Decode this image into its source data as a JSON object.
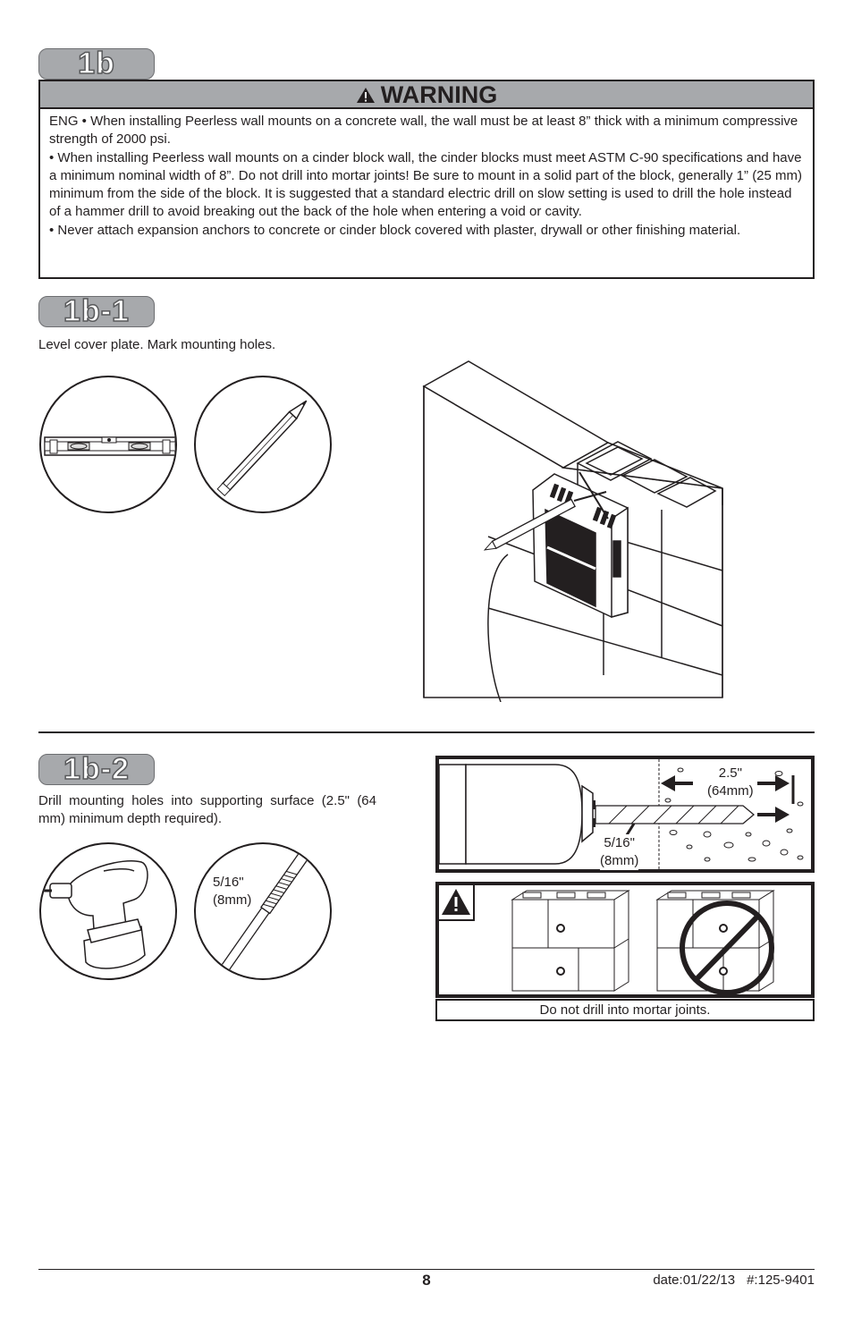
{
  "sections": {
    "s1b": "1b",
    "s1b1": "1b-1",
    "s1b2": "1b-2"
  },
  "warning": {
    "title": "WARNING",
    "paragraphs": [
      "ENG • When installing Peerless wall mounts on a concrete wall, the wall must be at least 8” thick with a minimum compressive strength of 2000 psi.",
      "• When installing Peerless wall mounts on a cinder block wall, the cinder blocks must meet ASTM C-90 specifications and have a minimum nominal width of 8”. Do not drill into mortar joints! Be sure to mount in a solid part of the block, generally 1” (25 mm) minimum from the side of the block. It is suggested that a standard electric drill on slow setting is used to drill the hole instead of a hammer drill to avoid breaking out the back of the hole when entering a void or cavity.",
      "• Never attach expansion anchors to concrete or cinder block covered with plaster, drywall or other finishing material."
    ]
  },
  "step1": {
    "instruction": "Level cover plate.  Mark mounting holes."
  },
  "step2": {
    "instruction": "Drill mounting holes into supporting surface (2.5\" (64 mm) minimum depth required).",
    "bit_size_line1": "5/16\"",
    "bit_size_line2": "(8mm)",
    "depth_line1": "2.5\"",
    "depth_line2": "(64mm)",
    "drill_size_line1": "5/16\"",
    "drill_size_line2": "(8mm)",
    "caution_caption": "Do not drill into mortar joints."
  },
  "footer": {
    "page_number": "8",
    "date": "date:01/22/13",
    "doc_number": "#:125-9401"
  },
  "colors": {
    "pill": "#a7a9ac",
    "ink": "#231f20"
  }
}
